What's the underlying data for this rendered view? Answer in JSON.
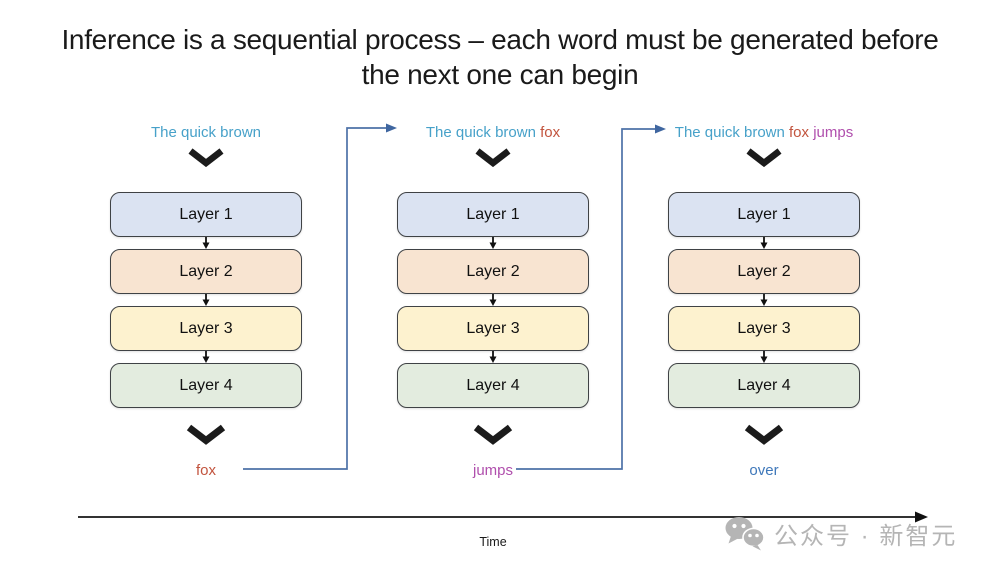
{
  "page": {
    "title_line1": "Inference is a sequential process – each word must be generated before",
    "title_line2": "the next one can begin"
  },
  "colors": {
    "prompt_blue": "#47a1c9",
    "token_orange": "#c2543e",
    "token_magenta": "#b04fad",
    "token_over_blue": "#3f78ba",
    "connector_blue": "#4d72a8",
    "box_border": "#3f4245",
    "chevron_black": "#1b1b1b",
    "axis_gray": "#333333",
    "watermark_gray": "#b5b5b5",
    "layer_fills": [
      "#dbe3f2",
      "#f8e4d1",
      "#fdf2cf",
      "#e3ecdf"
    ]
  },
  "columns": [
    {
      "prompt_tokens": [
        {
          "text": "The quick brown",
          "color": "#47a1c9"
        }
      ],
      "layers": [
        "Layer 1",
        "Layer 2",
        "Layer 3",
        "Layer 4"
      ],
      "output": {
        "text": "fox",
        "color": "#c2543e"
      }
    },
    {
      "prompt_tokens": [
        {
          "text": "The quick brown",
          "color": "#47a1c9"
        },
        {
          "text": "fox",
          "color": "#c2543e"
        }
      ],
      "layers": [
        "Layer 1",
        "Layer 2",
        "Layer 3",
        "Layer 4"
      ],
      "output": {
        "text": "jumps",
        "color": "#b04fad"
      }
    },
    {
      "prompt_tokens": [
        {
          "text": "The quick brown",
          "color": "#47a1c9"
        },
        {
          "text": "fox",
          "color": "#c2543e"
        },
        {
          "text": "jumps",
          "color": "#b04fad"
        }
      ],
      "layers": [
        "Layer 1",
        "Layer 2",
        "Layer 3",
        "Layer 4"
      ],
      "output": {
        "text": "over",
        "color": "#3f78ba"
      }
    }
  ],
  "axis": {
    "label": "Time"
  },
  "watermark": {
    "text": "公众号 · 新智元"
  }
}
